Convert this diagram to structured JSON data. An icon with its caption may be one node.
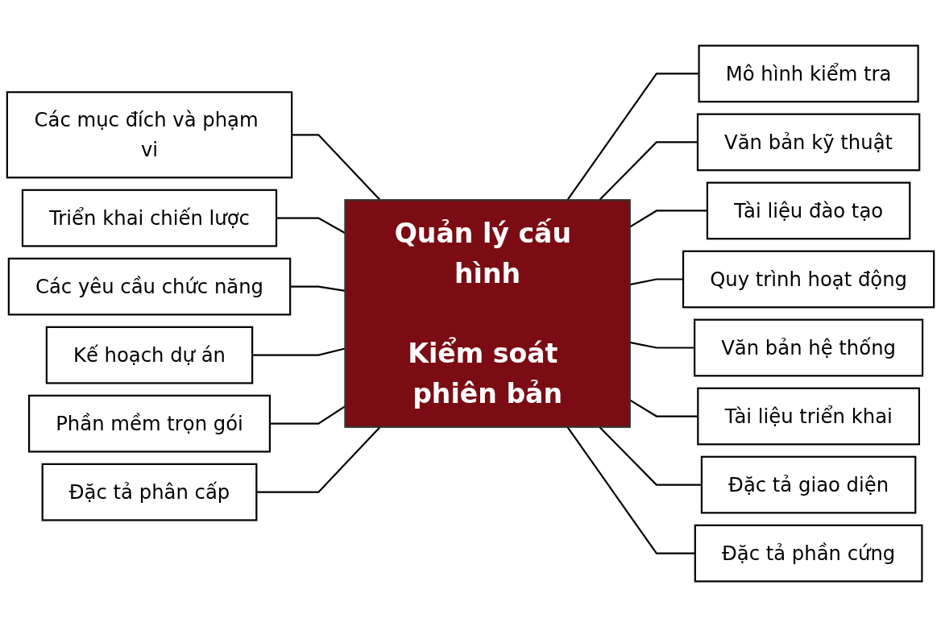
{
  "diagram": {
    "nodes": [
      {
        "text": [
          "Quản lý cấu hình",
          "Kiểm soát phiên bản"
        ]
      },
      {
        "text": [
          "Các mục đích và phạm vi"
        ]
      },
      {
        "text": [
          "Mô hình kiểm tra"
        ]
      },
      {
        "text": [
          "Triển khai chiến lược"
        ]
      },
      {
        "text": [
          "Văn bản kỹ thuật"
        ]
      },
      {
        "text": [
          "Các yêu cầu chức năng"
        ]
      },
      {
        "text": [
          "Tài liệu đào tạo"
        ]
      },
      {
        "text": [
          "Kế hoạch dự án"
        ]
      },
      {
        "text": [
          "Quy trình hoạt động"
        ]
      },
      {
        "text": [
          "Phần mềm trọn gói"
        ]
      },
      {
        "text": [
          "Văn bản hệ thống"
        ]
      },
      {
        "text": [
          "Đặc tả phân cấp"
        ]
      },
      {
        "text": [
          "Tài liệu triển khai"
        ]
      },
      {
        "text": [
          "Đặc tả giao diện"
        ]
      },
      {
        "text": [
          "Đặc tả phần cứng"
        ]
      }
    ],
    "edges": [
      {
        "from": 1,
        "to": 0,
        "arrow": "none"
      },
      {
        "from": 0,
        "to": 2,
        "arrow": "none"
      },
      {
        "from": 3,
        "to": 0,
        "arrow": "none"
      },
      {
        "from": 0,
        "to": 4,
        "arrow": "none"
      },
      {
        "from": 5,
        "to": 0,
        "arrow": "none"
      },
      {
        "from": 0,
        "to": 6,
        "arrow": "none"
      },
      {
        "from": 7,
        "to": 0,
        "arrow": "none"
      },
      {
        "from": 0,
        "to": 8,
        "arrow": "none"
      },
      {
        "from": 9,
        "to": 0,
        "arrow": "none"
      },
      {
        "from": 0,
        "to": 10,
        "arrow": "none"
      },
      {
        "from": 11,
        "to": 0,
        "arrow": "none"
      },
      {
        "from": 0,
        "to": 12,
        "arrow": "none"
      },
      {
        "from": 0,
        "to": 13,
        "arrow": "none"
      },
      {
        "from": 0,
        "to": 14,
        "arrow": "none"
      }
    ]
  }
}
